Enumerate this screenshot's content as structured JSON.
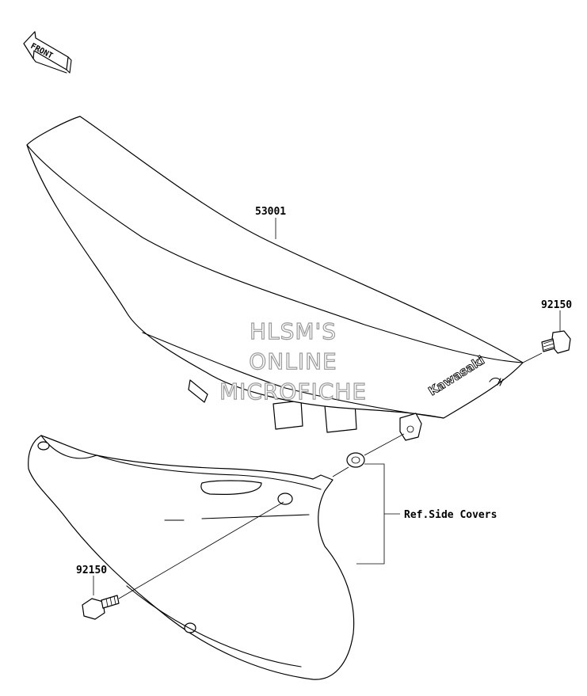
{
  "front_arrow": {
    "label": "FRONT"
  },
  "seat": {
    "part_number": "53001",
    "brand_text": "Kawasaki"
  },
  "bolt_right": {
    "part_number": "92150"
  },
  "bolt_left": {
    "part_number": "92150"
  },
  "side_cover_ref": {
    "label": "Ref.Side Covers"
  },
  "watermark": {
    "line1": "HLSM'S",
    "line2": "ONLINE",
    "line3": "MICROFICHE"
  }
}
